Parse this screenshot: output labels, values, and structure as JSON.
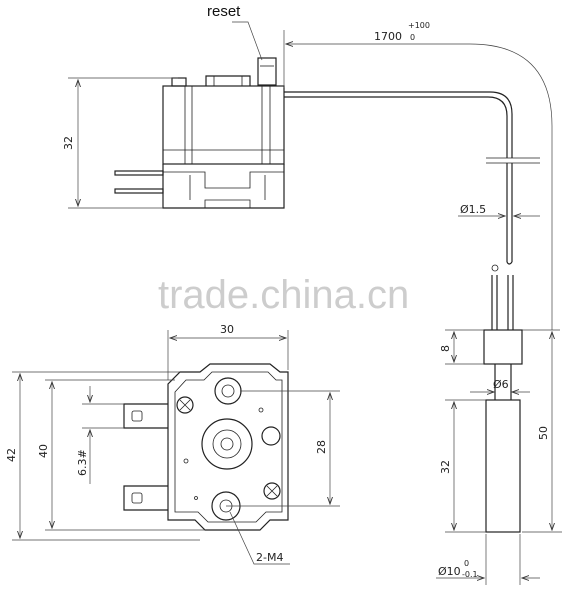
{
  "labels": {
    "reset": "reset",
    "cable_length": "1700",
    "cable_tol_upper": "+100",
    "cable_tol_lower": "0",
    "height_body": "32",
    "wire_dia": "Ø1.5",
    "width_body": "30",
    "height_42": "42",
    "height_40": "40",
    "terminal": "6.3#",
    "height_28": "28",
    "screw": "2-M4",
    "probe_head": "8",
    "probe_dia": "Ø6",
    "probe_total": "50",
    "probe_len": "32",
    "probe_outer_dia": "Ø10",
    "probe_tol_upper": "0",
    "probe_tol_lower": "-0.1"
  },
  "watermark": "trade.china.cn"
}
